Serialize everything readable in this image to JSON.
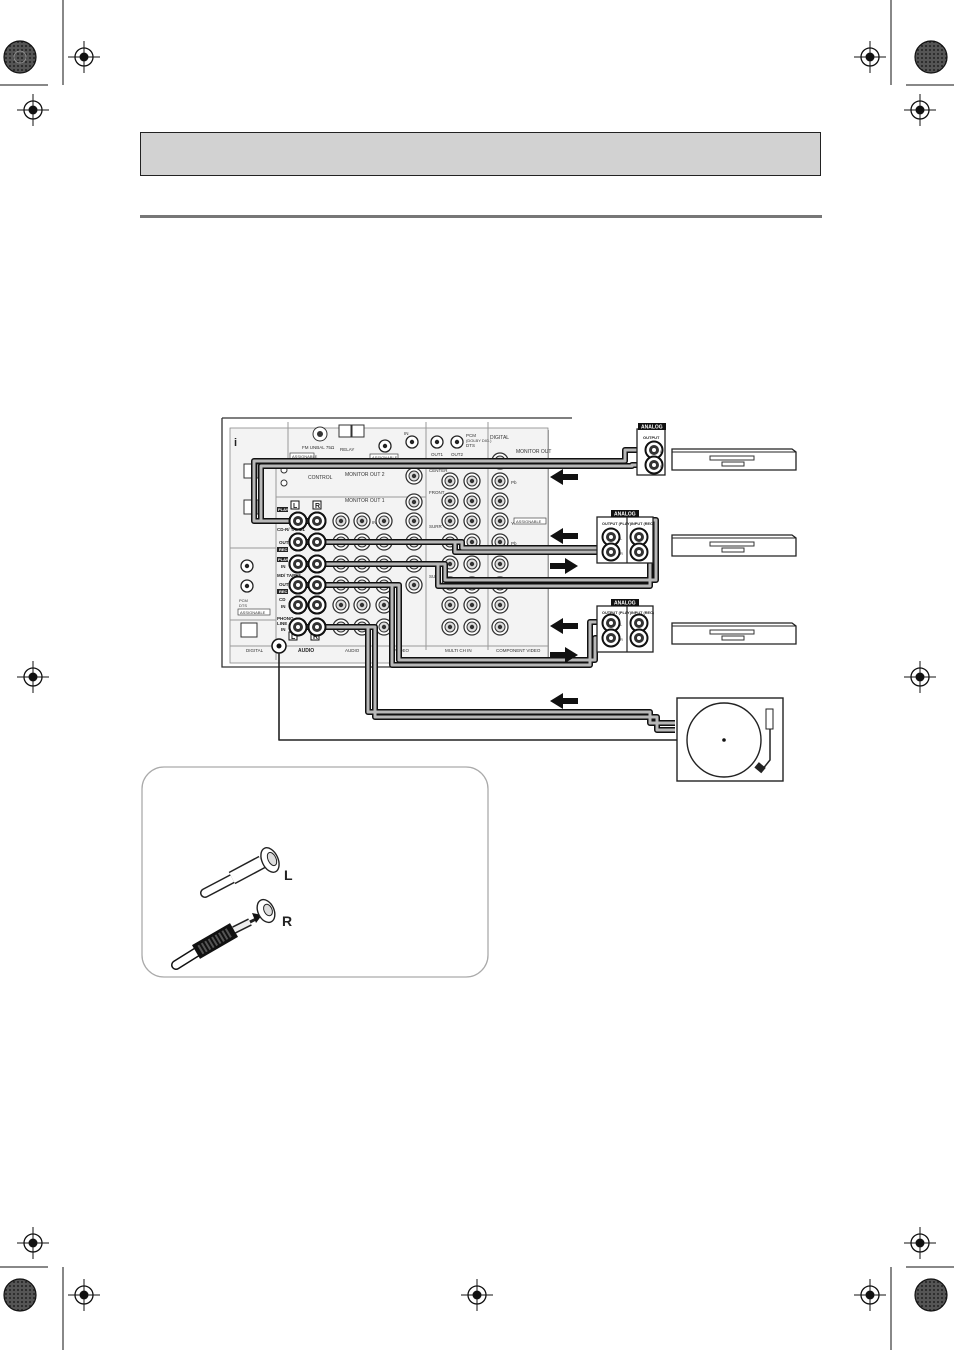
{
  "receiver_panel": {
    "top_labels": {
      "fm_aerial": "FM UNBAL 75Ω",
      "digital": "DIGITAL",
      "in": "IN",
      "out1": "OUT1",
      "out2": "OUT2",
      "pcm": "PCM",
      "dolby": "(DOLBY DIG.)",
      "dts": "DTS",
      "assignable": "ASSIGNABLE",
      "relay": "RELAY"
    },
    "control": "CONTROL",
    "monitor_out_2": "MONITOR OUT 2",
    "monitor_out_1": "MONITOR OUT 1",
    "monitor_out": "MONITOR OUT",
    "channel_l": "L",
    "channel_r": "R",
    "play_badge": "PLAY",
    "rec_badge": "REC",
    "cdr_tape": "CD-R/ TAPE1",
    "md_tape": "MD/ TAPE2",
    "cd": "CD",
    "phono": "PHONO",
    "line": "LINE",
    "jack_in": "IN",
    "jack_out": "OUT",
    "center": "CENTER",
    "woofer": "WOOFER",
    "front": "FRONT",
    "surr": "SURR",
    "sub": "SUB",
    "y": "Y",
    "pb": "Pb",
    "pr": "Pr",
    "bottom_digital": "DIGITAL",
    "bottom_audio_bold": "AUDIO",
    "bottom_audio": "AUDIO",
    "bottom_video": "VIDEO",
    "bottom_multi": "MULTI CH IN",
    "bottom_component": "COMPONENT VIDEO",
    "assignable_badge": "ASSIGNABLE"
  },
  "devices": [
    {
      "badge": "ANALOG",
      "jack1": "OUTPUT",
      "l": "L",
      "r": "R"
    },
    {
      "badge": "ANALOG",
      "jack1": "OUTPUT (PLAY)",
      "jack2": "INPUT (REC)",
      "l": "L",
      "r": "R"
    },
    {
      "badge": "ANALOG",
      "jack1": "OUTPUT (PLAY)",
      "jack2": "INPUT (REC)",
      "l": "L",
      "r": "R"
    }
  ],
  "inset": {
    "left_label": "L",
    "right_label": "R"
  }
}
